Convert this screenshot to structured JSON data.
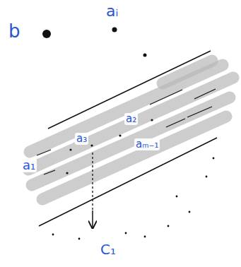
{
  "diagram": {
    "labels": [
      "aᵢ",
      "b",
      "a₃",
      "a₂",
      "a₁",
      "aₘ₋₁",
      "C₁"
    ]
  }
}
